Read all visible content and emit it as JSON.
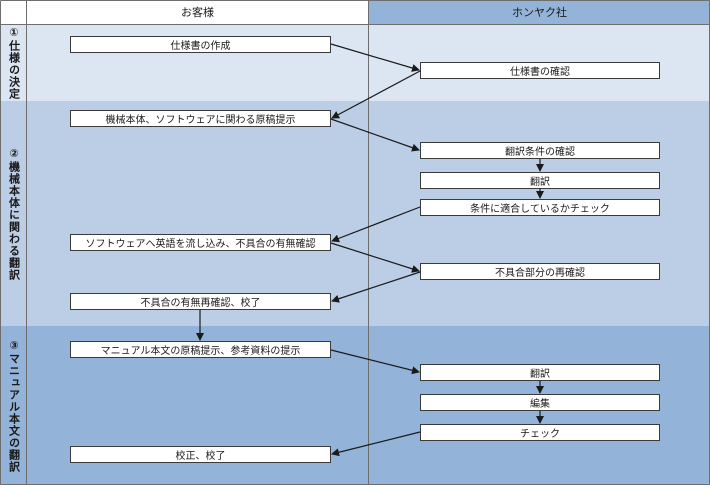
{
  "header": {
    "customer": "お客様",
    "company": "ホンヤク社"
  },
  "phases": [
    {
      "label": "①仕様の決定"
    },
    {
      "label": "②機械本体に関わる翻訳"
    },
    {
      "label": "③マニュアル本文の翻訳"
    }
  ],
  "steps": {
    "spec_create": "仕様書の作成",
    "spec_confirm": "仕様書の確認",
    "manuscript_machine": "機械本体、ソフトウェアに関わる原稿提示",
    "translation_conditions": "翻訳条件の確認",
    "translate1": "翻訳",
    "check_conditions": "条件に適合しているかチェック",
    "software_input": "ソフトウェアへ英語を流し込み、不具合の有無確認",
    "defect_recheck": "不具合部分の再確認",
    "defect_final": "不具合の有無再確認、校了",
    "manuscript_manual": "マニュアル本文の原稿提示、参考資料の提示",
    "translate2": "翻訳",
    "edit": "編集",
    "check": "チェック",
    "proofread": "校正、校了"
  },
  "colors": {
    "header_left": "#ffffff",
    "header_right": "#94b3d8",
    "phase1": "#dce6f2",
    "phase2": "#bccde6",
    "phase3": "#94b3d8",
    "border": "#6e6e6e",
    "arrow": "#1a1a1a"
  }
}
